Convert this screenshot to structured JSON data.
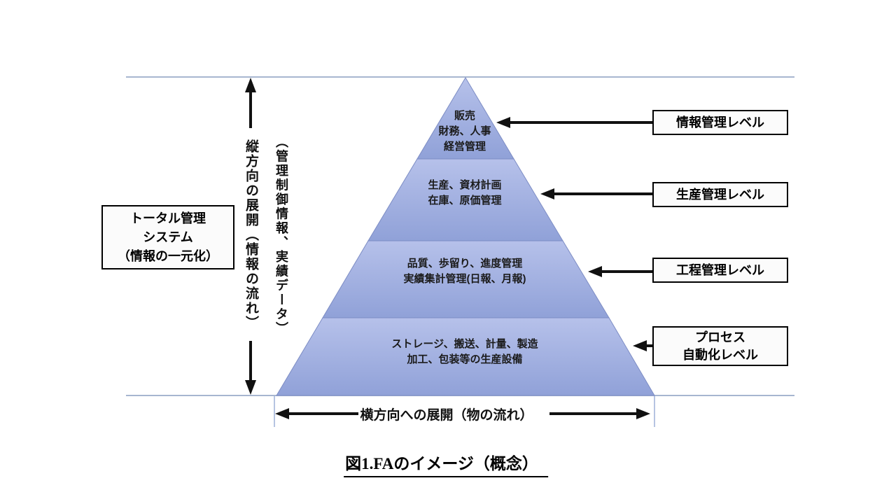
{
  "caption": "図1.FAのイメージ（概念）",
  "left_box": {
    "line1": "トータル管理",
    "line2": "システム",
    "line3": "（情報の一元化）"
  },
  "vertical_axis": {
    "main_label": "縦方向の展開（情報の流れ）",
    "sub_label": "（管理制御情報、実績データ）"
  },
  "horizontal_axis": {
    "label": "横方向への展開（物の流れ）"
  },
  "pyramid": {
    "levels": [
      {
        "line1": "販売",
        "line2": "財務、人事",
        "line3": "経営管理"
      },
      {
        "line1": "生産、資材計画",
        "line2": "在庫、原価管理"
      },
      {
        "line1": "品質、歩留り、進度管理",
        "line2": "実績集計管理(日報、月報)"
      },
      {
        "line1": "ストレージ、搬送、計量、製造",
        "line2": "加工、包装等の生産設備"
      }
    ]
  },
  "level_labels": [
    {
      "line1": "情報管理レベル"
    },
    {
      "line1": "生産管理レベル"
    },
    {
      "line1": "工程管理レベル"
    },
    {
      "line1": "プロセス",
      "line2": "自動化レベル"
    }
  ],
  "colors": {
    "pyramid_gradient_top": "#b6c1ea",
    "pyramid_gradient_bottom": "#90a1d8",
    "pyramid_stroke": "#7c8cc4",
    "rule_line": "#a7b6d0",
    "tick_line": "#9eb0d8",
    "arrow": "#111111",
    "box_border": "#000000",
    "box_background": "#fbfbfb"
  }
}
